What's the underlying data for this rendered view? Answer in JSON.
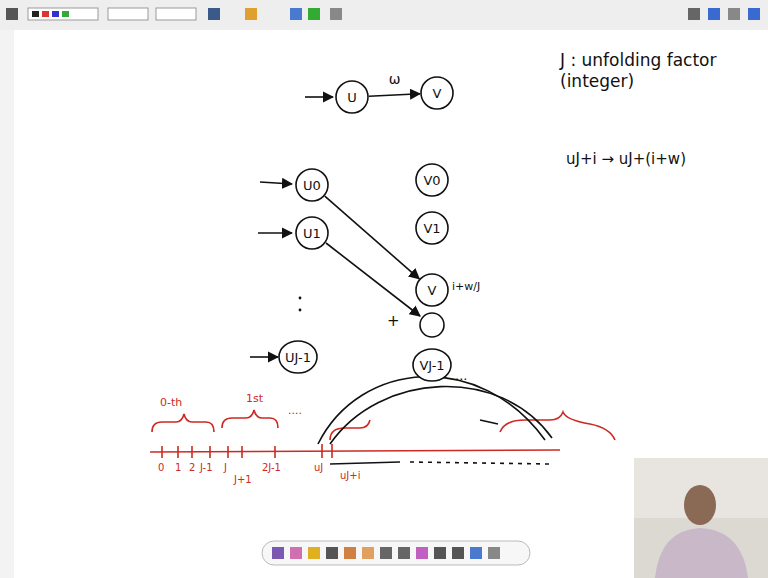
{
  "diagram": {
    "nodes": [
      {
        "text": [
          "U"
        ]
      },
      {
        "text": [
          "V"
        ]
      },
      {
        "text": [
          "U0"
        ]
      },
      {
        "text": [
          "U1"
        ]
      },
      {
        "text": [
          "UJ-1"
        ]
      },
      {
        "text": [
          "V0"
        ]
      },
      {
        "text": [
          "V1"
        ]
      },
      {
        "text": [
          "V"
        ]
      },
      {
        "text": [
          "VJ-1"
        ]
      }
    ],
    "edges": [
      {
        "from": 0,
        "to": 1,
        "label": "ω",
        "arrow": "to"
      },
      {
        "from": 2,
        "to": 7,
        "arrow": "to"
      }
    ],
    "labels": [
      "J : unfolding factor (integer)",
      "uJ+i → uJ+(i+w)",
      "i+w/J",
      "+",
      "...",
      "0-th",
      "1st",
      "0",
      "1",
      "2",
      "J-1",
      "J",
      "J+1",
      "2J-1",
      "uJ",
      "uJ+i",
      "...."
    ]
  }
}
